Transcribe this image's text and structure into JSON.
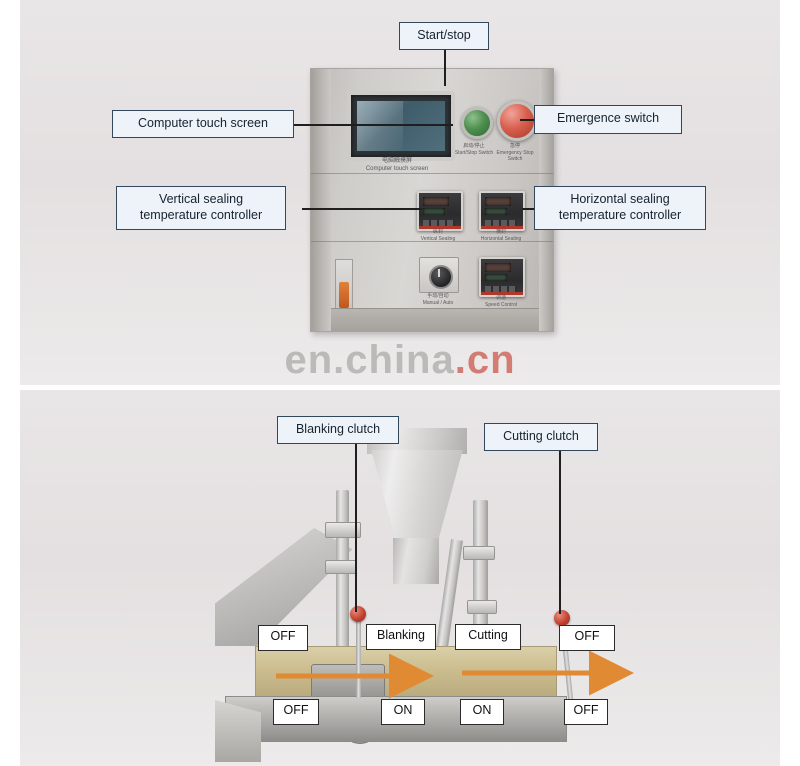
{
  "page": {
    "watermark_text": "en.china",
    "watermark_suffix": ".cn"
  },
  "top_panel": {
    "callouts": [
      {
        "id": "start-stop",
        "label": "Start/stop"
      },
      {
        "id": "computer-touch-screen",
        "label": "Computer touch screen"
      },
      {
        "id": "emergence-switch",
        "label": "Emergence switch"
      },
      {
        "id": "vertical-sealing",
        "label": "Vertical sealing\ntemperature controller"
      },
      {
        "id": "horizontal-sealing",
        "label": "Horizontal  sealing\ntemperature controller"
      }
    ],
    "machine_texts": {
      "screen_cn": "电脑触摸屏",
      "screen_en": "Computer touch screen",
      "green_btn_cn": "启动/停止",
      "green_btn_en": "Start/Stop Switch",
      "red_btn_cn": "急停",
      "red_btn_en": "Emergency Stop Switch",
      "vertical_ctrl_cn": "纵封",
      "vertical_ctrl_en": "Vertical Sealing",
      "horizontal_ctrl_cn": "横封",
      "horizontal_ctrl_en": "Horizontal Sealing",
      "knob_cn": "手动/自动",
      "knob_en": "Manual / Auto",
      "aux_ctrl_cn": "调速",
      "aux_ctrl_en": "Speed Control"
    }
  },
  "bottom_panel": {
    "callouts": [
      {
        "id": "blanking-clutch",
        "label": "Blanking clutch"
      },
      {
        "id": "cutting-clutch",
        "label": "Cutting clutch"
      }
    ],
    "tags": [
      {
        "id": "off-left-upper",
        "label": "OFF"
      },
      {
        "id": "blanking",
        "label": "Blanking"
      },
      {
        "id": "cutting",
        "label": "Cutting"
      },
      {
        "id": "off-right-upper",
        "label": "OFF"
      },
      {
        "id": "off-left-lower",
        "label": "OFF"
      },
      {
        "id": "on-left",
        "label": "ON"
      },
      {
        "id": "on-right",
        "label": "ON"
      },
      {
        "id": "off-right-lower",
        "label": "OFF"
      }
    ],
    "arrow_color": "#e08a33"
  }
}
